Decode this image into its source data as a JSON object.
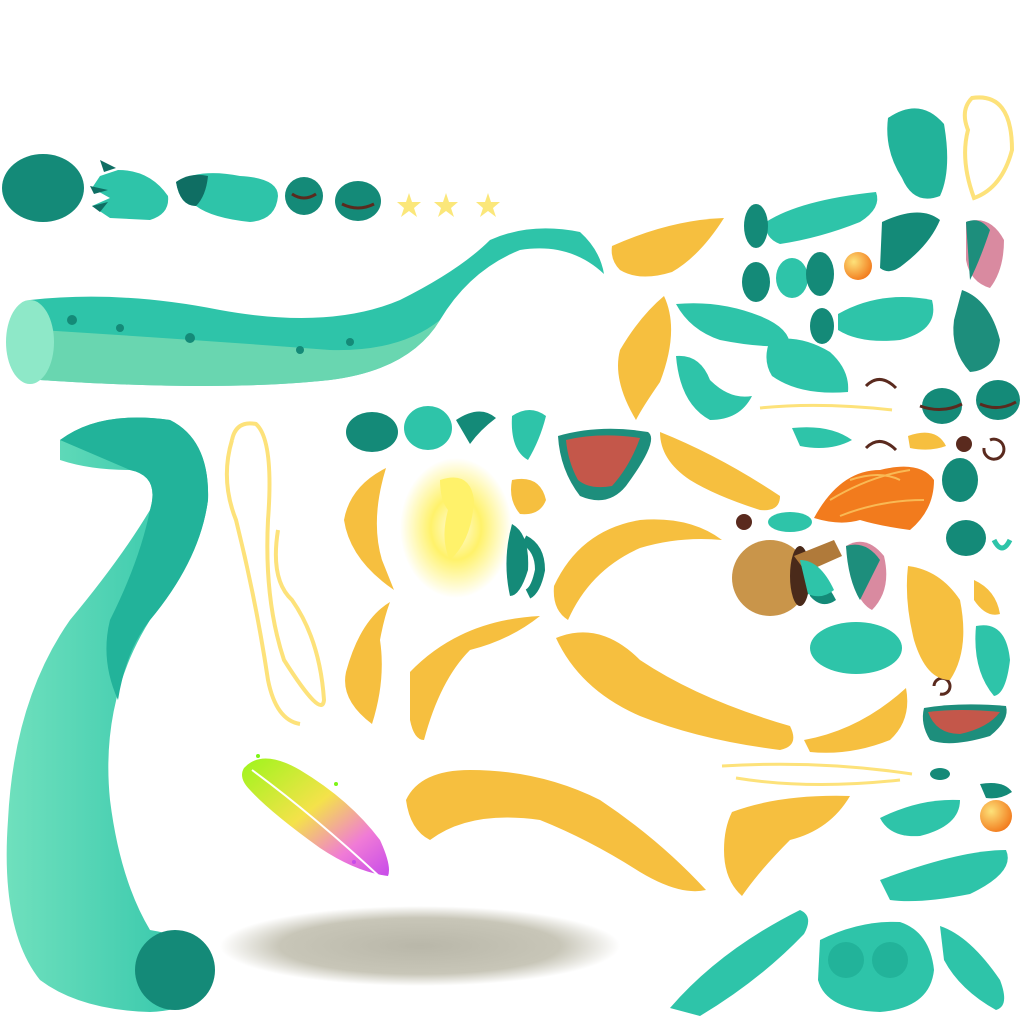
{
  "atlas": {
    "kind": "sprite-sheet",
    "background": "#ffffff",
    "colors": {
      "teal": "#2ec4a9",
      "teal_light": "#8ee8c8",
      "teal_dark": "#148a78",
      "teal_shadow": "#0f6e63",
      "yellow": "#f6bf3f",
      "yellow_light": "#fde27a",
      "star": "#fbe77a",
      "orange": "#f27b1d",
      "mouth_red": "#c4574a",
      "pink": "#d98aa0",
      "brown": "#5a2a1e",
      "cork": "#c9954a",
      "shadow_gray": "#b9b7a9"
    },
    "sprites": [
      {
        "name": "head-oval-sprite",
        "icon": "oval"
      },
      {
        "name": "dragon-claw-sprite",
        "icon": "claw"
      },
      {
        "name": "dragon-limb-sprite",
        "icon": "limb"
      },
      {
        "name": "closed-eye-sprites",
        "icon": "eye-closed"
      },
      {
        "name": "star-sprites",
        "icon": "star"
      },
      {
        "name": "dragon-tail-sprite",
        "icon": "tail"
      },
      {
        "name": "dragon-body-sprite",
        "icon": "body"
      },
      {
        "name": "rope-loop-sprite",
        "icon": "rope"
      },
      {
        "name": "magic-feather-sprite",
        "icon": "feather"
      },
      {
        "name": "ground-shadow-sprite",
        "icon": "shadow"
      },
      {
        "name": "glow-flame-sprite",
        "icon": "glow"
      },
      {
        "name": "open-mouth-sprite",
        "icon": "mouth"
      },
      {
        "name": "orange-mane-sprite",
        "icon": "mane"
      },
      {
        "name": "cork-jar-sprite",
        "icon": "jar"
      },
      {
        "name": "flame-wing-sprites",
        "icon": "wing"
      },
      {
        "name": "teal-piece-sprites",
        "icon": "pieces"
      }
    ]
  }
}
